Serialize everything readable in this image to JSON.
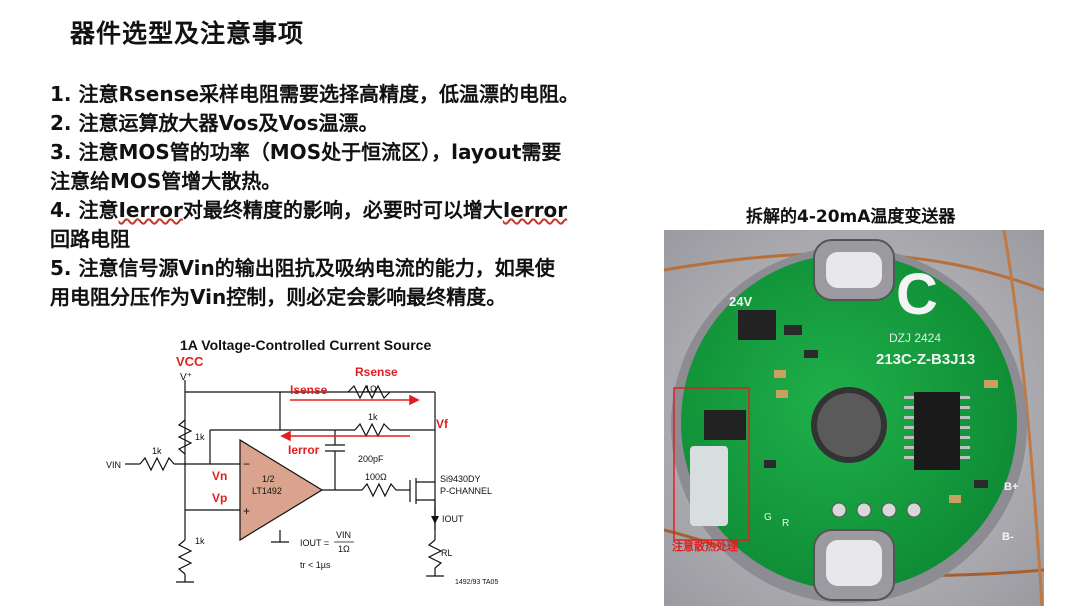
{
  "title": "器件选型及注意事项",
  "points": {
    "p1": "1. 注意Rsense采样电阻需要选择高精度，低温漂的电阻。",
    "p2": "2. 注意运算放大器Vos及Vos温漂。",
    "p3a": "3. 注意MOS管的功率（MOS处于恒流区），layout需要",
    "p3b": "注意给MOS管增大散热。",
    "p4a_pre": "4. 注意",
    "p4a_err1": "Ierror",
    "p4a_mid": "对最终精度的影响，必要时可以增大",
    "p4a_err2": "Ierror",
    "p4b": "回路电阻",
    "p5a": "5. 注意信号源Vin的输出阻抗及吸纳电流的能力，如果使",
    "p5b": "用电阻分压作为Vin控制，则必定会影响最终精度。"
  },
  "circuit": {
    "title": "1A Voltage-Controlled Current Source",
    "vcc": "VCC",
    "vplus": "V⁺",
    "isense": "Isense",
    "rsense": "Rsense",
    "r_1ohm": "1Ω",
    "r_1k_top": "1k",
    "vf": "Vf",
    "r_1k_left": "1k",
    "ierror": "Ierror",
    "cap": "200pF",
    "vin": "VIN",
    "r_1k_in": "1k",
    "vn": "Vn",
    "vp": "Vp",
    "opamp_a": "1/2",
    "opamp_b": "LT1492",
    "minus": "−",
    "plus": "+",
    "r_100": "100Ω",
    "mos_a": "Si9430DY",
    "mos_b": "P-CHANNEL",
    "iout": "IOUT",
    "r_1k_bot": "1k",
    "formula_a": "IOUT =",
    "formula_num": "VIN",
    "formula_den": "1Ω",
    "tr": "tr < 1µs",
    "rl": "RL",
    "code": "1492/93 TA05"
  },
  "photo": {
    "caption": "拆解的4-20mA温度变送器",
    "label_24v": "24V",
    "label_c": "C",
    "label_dzj": "DZJ 2424",
    "label_model": "213C-Z-B3J13",
    "label_bplus": "B+",
    "label_bminus": "B-",
    "label_r": "R",
    "label_g": "G",
    "note": "注意散热处理"
  }
}
